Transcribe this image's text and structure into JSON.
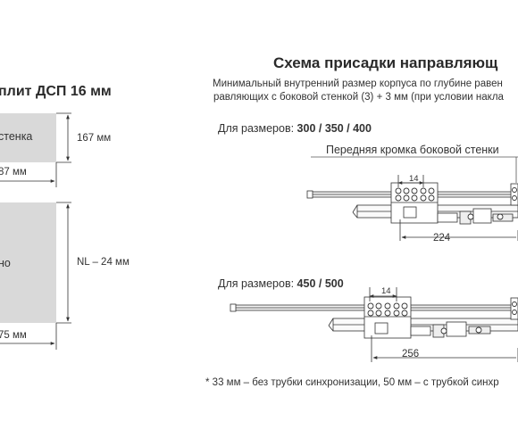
{
  "left": {
    "heading": "плит ДСП 16 мм",
    "top_panel_label": "стенка",
    "top_panel_height": "167 мм",
    "top_panel_width": "87 мм",
    "bottom_panel_label": "но",
    "bottom_panel_height": "NL – 24 мм",
    "bottom_panel_width": "75 мм"
  },
  "right": {
    "heading": "Схема присадки направляющ",
    "desc_line1": "Минимальный внутренний размер корпуса по глубине равен",
    "desc_line2": "равляющих с боковой стенкой (3) + 3 мм (при условии накла",
    "sizes1_prefix": "Для размеров: ",
    "sizes1_values": "300 / 350 / 400",
    "front_edge_label": "Передняя кромка боковой стенки",
    "dim1_small": "14",
    "dim1_long": "224",
    "sizes2_prefix": "Для размеров: ",
    "sizes2_values": "450 / 500",
    "dim2_small": "14",
    "dim2_long": "256",
    "footnote": "* 33 мм – без трубки синхронизации, 50 мм – с трубкой синхр"
  }
}
